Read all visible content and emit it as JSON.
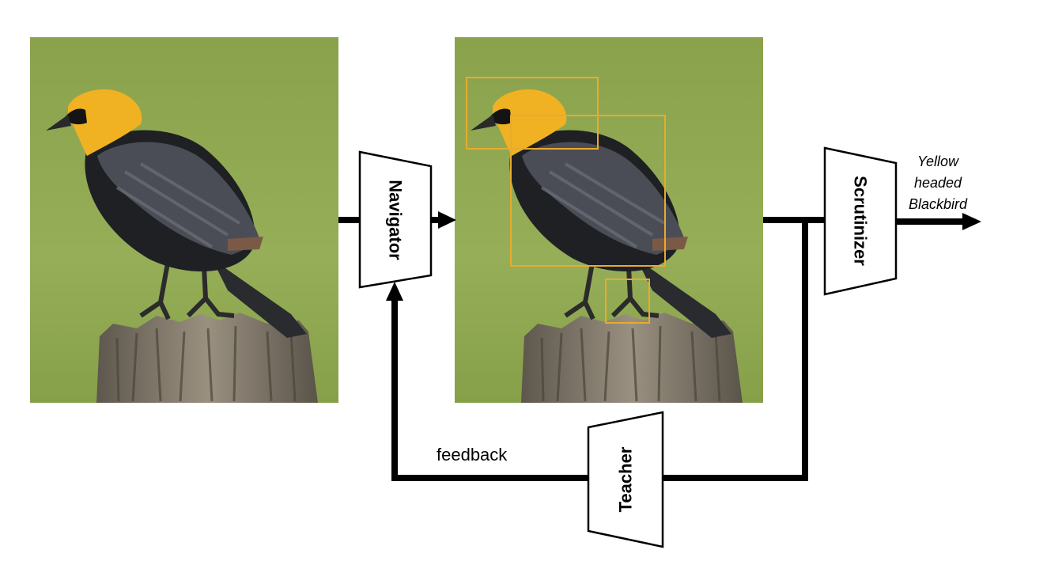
{
  "blocks": {
    "navigator": "Navigator",
    "scrutinizer": "Scrutinizer",
    "teacher": "Teacher"
  },
  "labels": {
    "feedback": "feedback",
    "output_line1": "Yellow",
    "output_line2": "headed",
    "output_line3": "Blackbird"
  },
  "colors": {
    "background_green": "#8fa64f",
    "crown_yellow": "#f0b223",
    "body_black": "#1e2024",
    "wing_grey": "#4a4d55",
    "post_grey": "#7c7466",
    "region_box": "#e8ab2e",
    "arrow": "#000000"
  },
  "icons": {
    "input_image": "yellow-headed-blackbird-photo",
    "annotated_image": "yellow-headed-blackbird-photo-with-region-boxes"
  }
}
